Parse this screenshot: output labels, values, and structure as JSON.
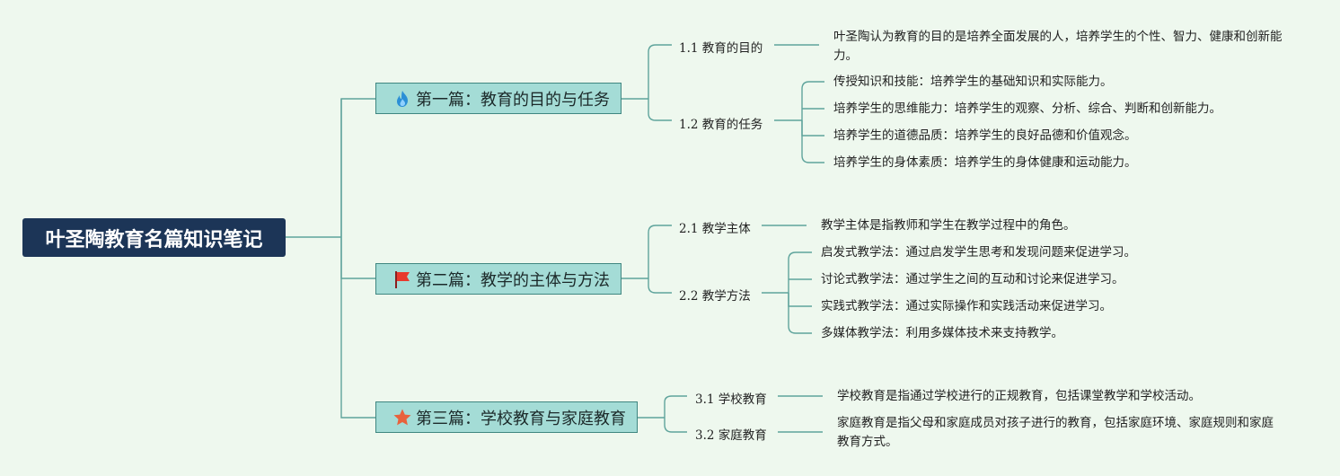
{
  "root": {
    "title": "叶圣陶教育名篇知识笔记"
  },
  "branches": [
    {
      "title": "第一篇：教育的目的与任务",
      "icon": "fire-icon",
      "subs": [
        {
          "label": "1.1 教育的目的",
          "leaves": [
            "叶圣陶认为教育的目的是培养全面发展的人，培养学生的个性、智力、健康和创新能力。"
          ]
        },
        {
          "label": "1.2 教育的任务",
          "leaves": [
            "传授知识和技能：培养学生的基础知识和实际能力。",
            "培养学生的思维能力：培养学生的观察、分析、综合、判断和创新能力。",
            "培养学生的道德品质：培养学生的良好品德和价值观念。",
            "培养学生的身体素质：培养学生的身体健康和运动能力。"
          ]
        }
      ]
    },
    {
      "title": "第二篇：教学的主体与方法",
      "icon": "flag-icon",
      "subs": [
        {
          "label": "2.1 教学主体",
          "leaves": [
            "教学主体是指教师和学生在教学过程中的角色。"
          ]
        },
        {
          "label": "2.2 教学方法",
          "leaves": [
            "启发式教学法：通过启发学生思考和发现问题来促进学习。",
            "讨论式教学法：通过学生之间的互动和讨论来促进学习。",
            "实践式教学法：通过实际操作和实践活动来促进学习。",
            "多媒体教学法：利用多媒体技术来支持教学。"
          ]
        }
      ]
    },
    {
      "title": "第三篇：学校教育与家庭教育",
      "icon": "star-icon",
      "subs": [
        {
          "label": "3.1 学校教育",
          "leaves": [
            "学校教育是指通过学校进行的正规教育，包括课堂教学和学校活动。"
          ]
        },
        {
          "label": "3.2 家庭教育",
          "leaves": [
            "家庭教育是指父母和家庭成员对孩子进行的教育，包括家庭环境、家庭规则和家庭教育方式。"
          ]
        }
      ]
    }
  ],
  "colors": {
    "line": "#5fa49c",
    "root_bg": "#1c3557",
    "branch_bg": "#a4dcd6",
    "branch_border": "#3f8680",
    "background": "#eef8ee"
  }
}
